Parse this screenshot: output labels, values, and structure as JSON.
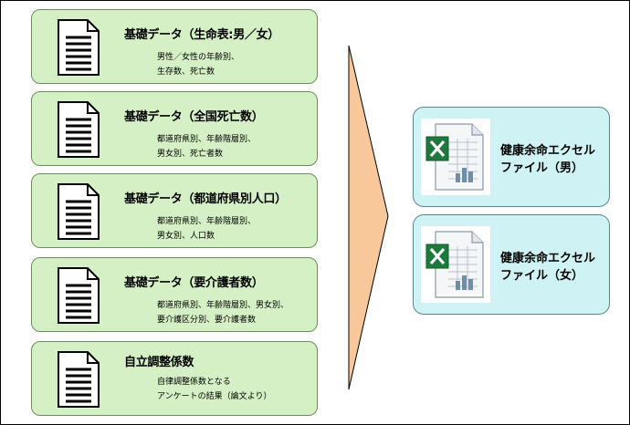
{
  "sources": [
    {
      "title": "基礎データ（生命表:男／女）",
      "desc": [
        "男性／女性の年齢別、",
        "生存数、死亡数"
      ]
    },
    {
      "title": "基礎データ（全国死亡数）",
      "desc": [
        "都道府県別、年齢階層別、",
        "男女別、死亡者数"
      ]
    },
    {
      "title": "基礎データ（都道府県別人口）",
      "desc": [
        "都道府県別、年齢階層別、",
        "男女別、人口数"
      ]
    },
    {
      "title": "基礎データ（要介護者数）",
      "desc": [
        "都道府県別、年齢階層別、男女別、",
        "要介護区分別、要介護者数"
      ]
    },
    {
      "title": "自立調整係数",
      "desc": [
        "自律調整係数となる",
        "アンケートの結果（論文より）"
      ]
    }
  ],
  "outputs": [
    {
      "line1": "健康余命エクセル",
      "line2": "ファイル（男）"
    },
    {
      "line1": "健康余命エクセル",
      "line2": "ファイル（女）"
    }
  ],
  "colors": {
    "source_fill": "#d4f0c4",
    "output_fill": "#cff2f4",
    "arrow_fill": "#f8c89a",
    "excel_green": "#1e7a3c"
  },
  "icons": {
    "source": "document-icon",
    "output": "excel-file-icon"
  }
}
